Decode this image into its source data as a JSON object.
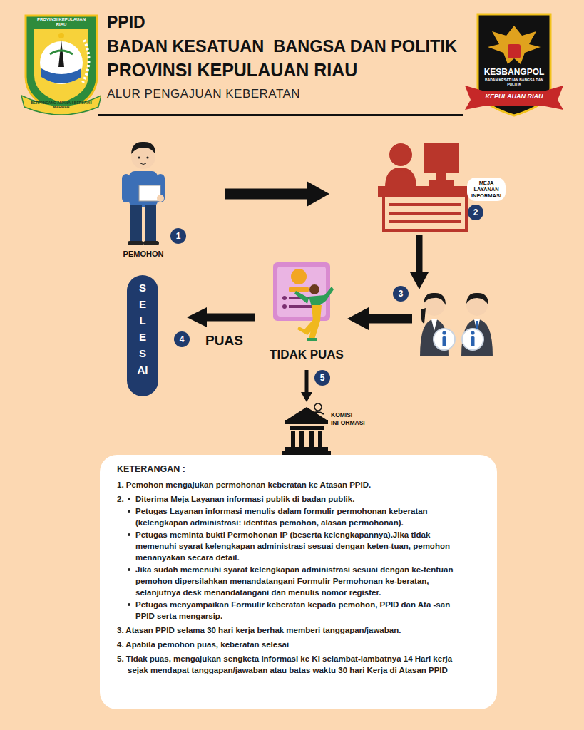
{
  "diagram": {
    "title": "PPID",
    "nodes": [
      {
        "text": [
          "PEMOHON",
          "1"
        ]
      },
      {
        "text": [
          "MEJA LAYANAN INFORMASI",
          "2"
        ]
      },
      {
        "text": [
          "3"
        ]
      },
      {
        "text": [
          "TIDAK PUAS",
          "5"
        ]
      },
      {
        "text": [
          "SELESAI",
          "4"
        ]
      },
      {
        "text": [
          "KOMISI INFORMASI"
        ]
      },
      {
        "text": [
          "KETERANGAN :",
          "1. Pemohon mengajukan permohonan keberatan ke Atasan PPID.",
          "2.",
          "Diterima Meja Layanan informasi publik di badan publik.",
          "Petugas Layanan informasi menulis dalam formulir permohonan keberatan (kelengkapan administrasi: identitas pemohon, alasan permohonan).",
          "Petugas meminta bukti Permohonan IP (beserta kelengkapannya).Jika tidak memenuhi syarat kelengkapan administrasi sesuai dengan keten-tuan, pemohon menanyakan secara detail.",
          "Jika sudah memenuhi syarat kelengkapan administrasi sesuai dengan ke-tentuan pemohon dipersilahkan menandatangani Formulir Permohonan ke-beratan, selanjutnya desk menandatangani dan menulis nomor register.",
          "Petugas menyampaikan Formulir keberatan kepada pemohon, PPID dan Ata -san PPID serta mengarsip.",
          "3. Atasan PPID selama 30 hari kerja berhak memberi tanggapan/jawaban.",
          "4. Apabila pemohon puas, keberatan selesai",
          "5. Tidak puas, mengajukan sengketa informasi ke KI selambat-lambatnya 14 Hari kerja sejak mendapat tanggapan/jawaban atau batas waktu 30 hari Kerja di Atasan PPID"
        ]
      }
    ],
    "edges": [
      {
        "from": 0,
        "to": 1,
        "arrow": "to"
      },
      {
        "from": 1,
        "to": 2,
        "arrow": "to"
      },
      {
        "from": 2,
        "to": 3,
        "arrow": "to"
      },
      {
        "from": 3,
        "to": 4,
        "label": "PUAS",
        "arrow": "to"
      },
      {
        "from": 3,
        "to": 5,
        "arrow": "to"
      }
    ],
    "labels": [
      "BADAN KESATUAN  BANGSA DAN POLITIK",
      "PROVINSI KEPULAUAN RIAU",
      "ALUR PENGAJUAN KEBERATAN",
      "PROVINSI KEPULAUAN RIAU",
      "BERPANCANG AMANAH BERSAUH MARWAH",
      "KESBANGPOL",
      "BADAN KESATUAN BANGSA DAN POLITIK",
      "KEPULAUAN RIAU"
    ]
  }
}
